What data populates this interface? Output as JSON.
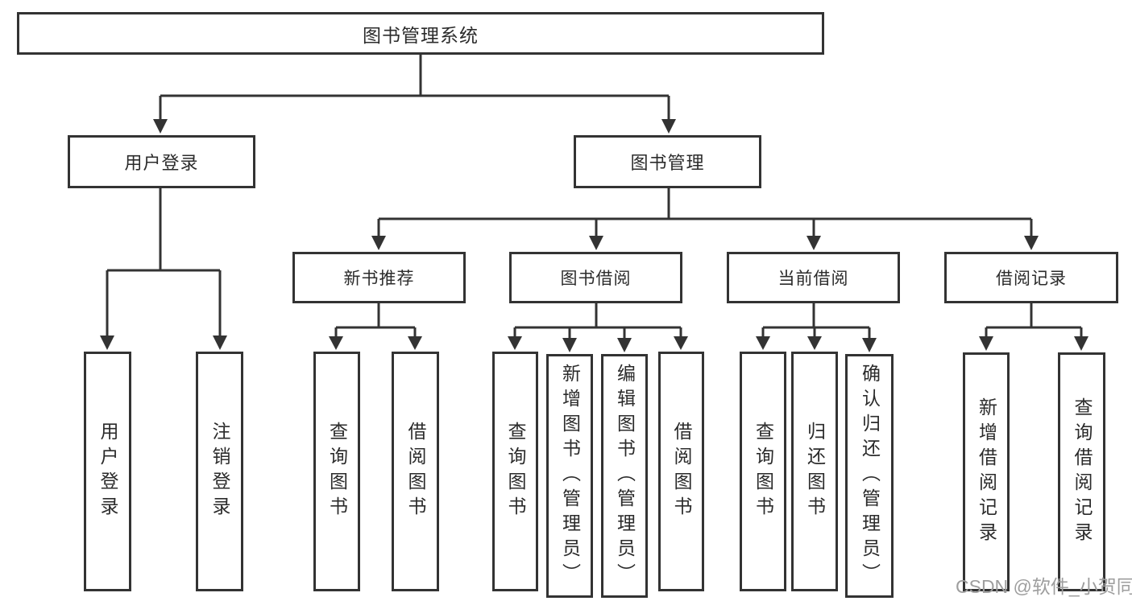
{
  "diagram_title": "图书管理系统",
  "nodes": {
    "root": "图书管理系统",
    "user_login": "用户登录",
    "book_management": "图书管理",
    "new_book_recommend": "新书推荐",
    "book_borrow": "图书借阅",
    "current_borrow": "当前借阅",
    "borrow_record": "借阅记录",
    "user_login_action": "用户登录",
    "logout_action": "注销登录",
    "nb_query_books": "查询图书",
    "nb_borrow_books": "借阅图书",
    "bb_query_books": "查询图书",
    "bb_add_books_admin": "新增图书（管理员）",
    "bb_edit_books_admin": "编辑图书（管理员）",
    "bb_borrow_books": "借阅图书",
    "cb_query_books": "查询图书",
    "cb_return_books": "归还图书",
    "cb_confirm_return_admin": "确认归还（管理员）",
    "br_add_record": "新增借阅记录",
    "br_query_record": "查询借阅记录"
  },
  "watermark": "CSDN @软件_小贺同学",
  "colors": {
    "line": "#333333",
    "text": "#2b2b2b",
    "watermark": "#9e9e9e",
    "background": "#ffffff"
  }
}
